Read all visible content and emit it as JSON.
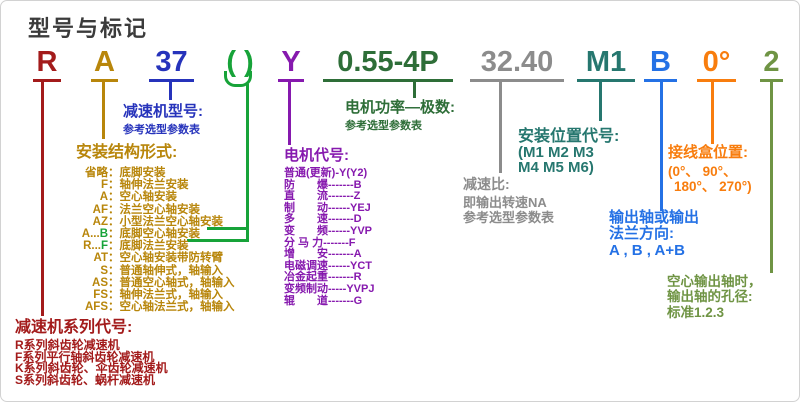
{
  "title": "型号与标记",
  "palette": {
    "title": "#3b3b3b",
    "series": "#a31b1b",
    "mount": "#b8860b",
    "model": "#2633bb",
    "insert": "#17a339",
    "motor": "#8619ae",
    "power": "#2e6e38",
    "ratio": "#8c8c8c",
    "position": "#26776f",
    "output": "#2471e5",
    "junction": "#f87d0e",
    "bore": "#6f9444"
  },
  "codes": [
    {
      "text": "R"
    },
    {
      "text": "A"
    },
    {
      "text": "37"
    },
    {
      "text": "( )"
    },
    {
      "text": "Y"
    },
    {
      "text": "0.55-4P"
    },
    {
      "text": "32.40"
    },
    {
      "text": "M1"
    },
    {
      "text": "B"
    },
    {
      "text": "0°"
    },
    {
      "text": "2"
    }
  ],
  "model": {
    "title": "减速机型号:",
    "sub": "参考选型参数表"
  },
  "power": {
    "title": "电机功率—极数:",
    "sub": "参考选型参数表"
  },
  "mount": {
    "title": "安装结构形式:",
    "rows": [
      {
        "c": "省略",
        "g": "",
        "t": "：底脚安装"
      },
      {
        "c": "F",
        "g": "",
        "t": "：轴伸法兰安装"
      },
      {
        "c": "A",
        "g": "",
        "t": "：空心轴安装"
      },
      {
        "c": "AF",
        "g": "",
        "t": "：法兰空心轴安装"
      },
      {
        "c": "AZ",
        "g": "",
        "t": "：小型法兰空心轴安装"
      },
      {
        "c": "A...",
        "g": "B",
        "t": "：底脚空心轴安装"
      },
      {
        "c": "R...",
        "g": "F",
        "t": "：底脚法兰安装"
      },
      {
        "c": "AT",
        "g": "",
        "t": "：空心轴安装带防转臂"
      },
      {
        "c": "S",
        "g": "",
        "t": "：普通轴伸式，轴输入"
      },
      {
        "c": "AS",
        "g": "",
        "t": "：普通空心轴式，轴输入"
      },
      {
        "c": "FS",
        "g": "",
        "t": "：轴伸法兰式，轴输入"
      },
      {
        "c": "AFS",
        "g": "",
        "t": "：空心轴法兰式，轴输入"
      }
    ]
  },
  "motor": {
    "title": "电机代号:",
    "rows": [
      "普通(更新)-Y(Y2)",
      "防　　爆-------B",
      "直　　流-------Z",
      "制　　动------YEJ",
      "多　　速-------D",
      "变　　频------YVP",
      "分 马 力-------F",
      "增　　安-------A",
      "电磁调速------YCT",
      "冶金起重-------R",
      "变频制动-----YVPJ",
      "辊　　道-------G"
    ]
  },
  "ratio": {
    "title": "减速比:",
    "lines": [
      "即输出转速NA",
      "参考选型参数表"
    ]
  },
  "position": {
    "title": "安装位置代号:",
    "lines": [
      "(M1 M2 M3",
      "M4 M5 M6)"
    ]
  },
  "output": {
    "lines": [
      "输出轴或输出",
      "法兰方向:",
      "A , B , A+B"
    ]
  },
  "junction": {
    "title": "接线盒位置:",
    "lines": [
      "(0°、 90°、",
      "180°、 270°)"
    ]
  },
  "bore": {
    "lines": [
      "空心输出轴时，",
      "输出轴的孔径:",
      "标准1.2.3"
    ]
  },
  "series": {
    "title": "减速机系列代号:",
    "rows": [
      "R系列斜齿轮减速机",
      "F系列平行轴斜齿轮减速机",
      "K系列斜齿轮、伞齿轮减速机",
      "S系列斜齿轮、蜗杆减速机"
    ]
  }
}
